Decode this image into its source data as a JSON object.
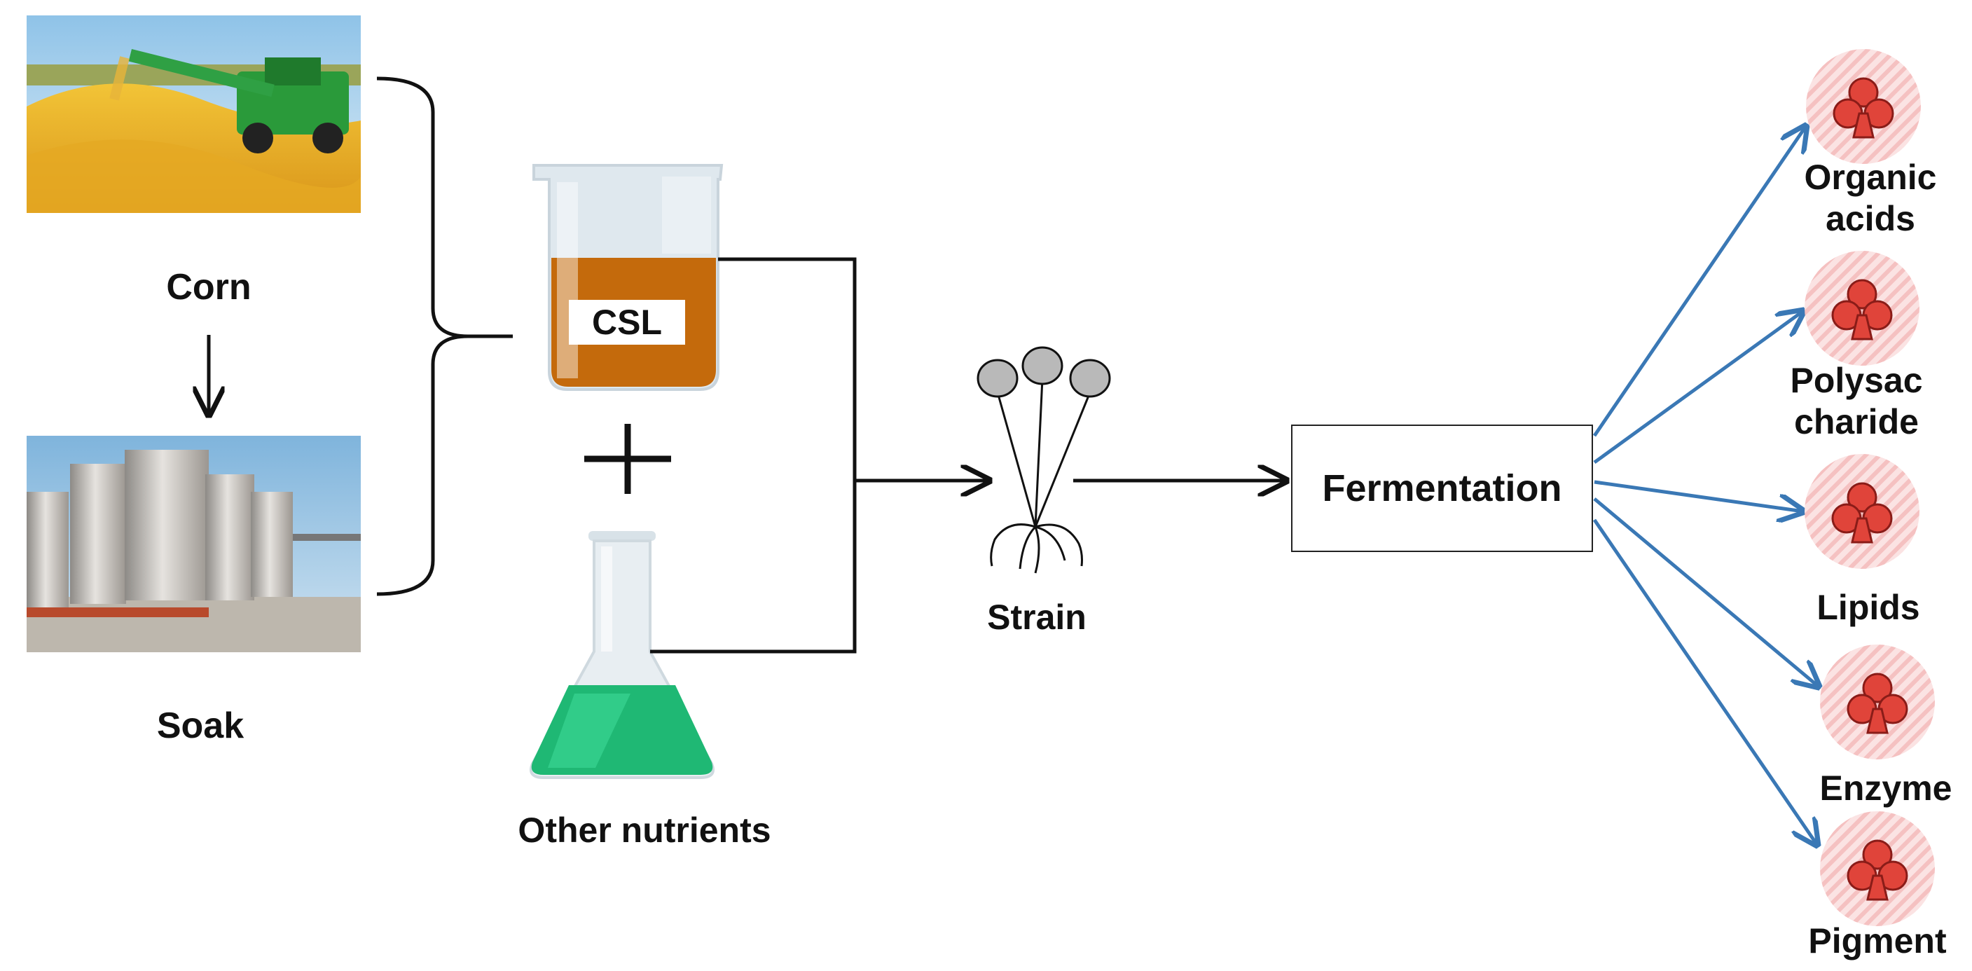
{
  "diagram": {
    "source_labels": {
      "corn": "Corn",
      "soak": "Soak"
    },
    "intermediate": {
      "csl": "CSL",
      "other_nutrients": "Other nutrients"
    },
    "strain": "Strain",
    "process": "Fermentation",
    "products": [
      {
        "label": "Organic\nacids"
      },
      {
        "label": "Polysac\ncharide"
      },
      {
        "label": "Lipids"
      },
      {
        "label": "Enzyme"
      },
      {
        "label": "Pigment"
      }
    ],
    "colors": {
      "arrow_blue": "#3a78b5",
      "csl_liquid": "#c46a0c",
      "flask_liquid": "#1fb874",
      "product_circle": "#f6cccc",
      "club_icon": "#e0443a"
    }
  }
}
